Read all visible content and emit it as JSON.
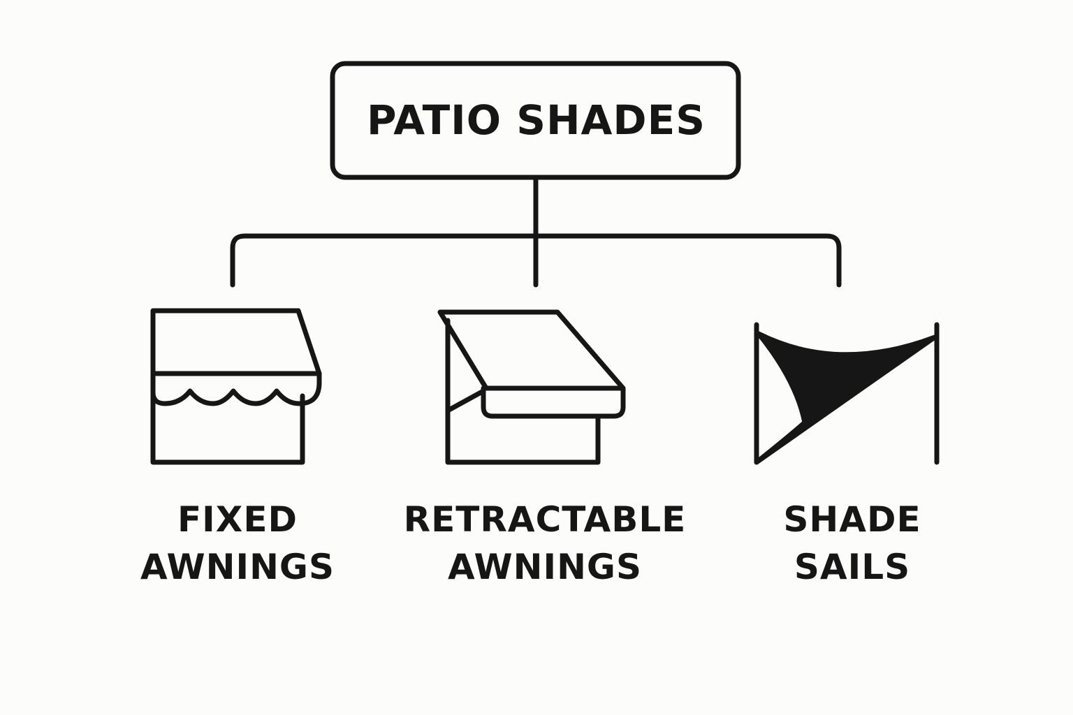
{
  "root": {
    "label": "PATIO SHADES"
  },
  "children": [
    {
      "line1": "FIXED",
      "line2": "AWNINGS",
      "icon": "fixed-awning-icon"
    },
    {
      "line1": "RETRACTABLE",
      "line2": "AWNINGS",
      "icon": "retractable-awning-icon"
    },
    {
      "line1": "SHADE",
      "line2": "SAILS",
      "icon": "shade-sail-icon"
    }
  ],
  "colors": {
    "stroke": "#161616",
    "background": "#fcfcfa"
  }
}
